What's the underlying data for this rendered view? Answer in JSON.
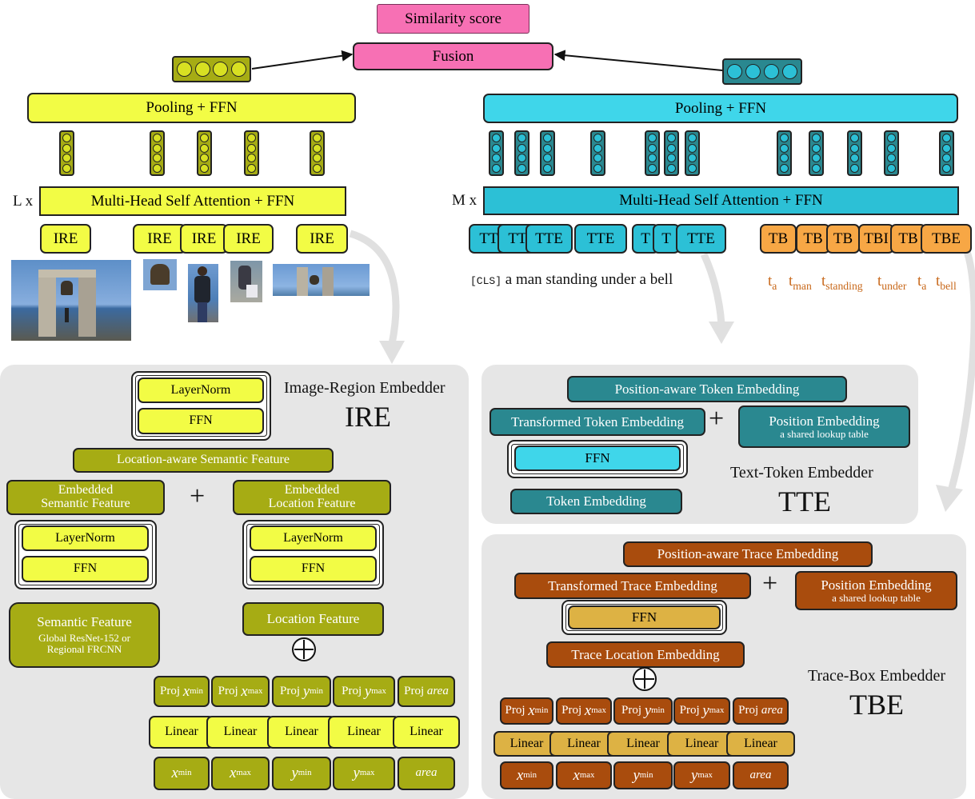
{
  "top": {
    "similarity": "Similarity score",
    "fusion": "Fusion"
  },
  "left": {
    "pooling": "Pooling + FFN",
    "repeat": "L x",
    "attention": "Multi-Head Self Attention + FFN",
    "ire_token": "IRE"
  },
  "right": {
    "pooling": "Pooling + FFN",
    "repeat": "M x",
    "attention": "Multi-Head Self Attention + FFN",
    "tte_tokens": [
      "TT",
      "TT",
      "TTE",
      "TTE",
      "T",
      "T",
      "TTE"
    ],
    "tbe_tokens": [
      "TB",
      "TB",
      "TB",
      "TBI",
      "TB",
      "TBE"
    ],
    "caption_cls": "[CLS]",
    "caption": "a man standing under a bell",
    "trace_t": "t",
    "trace_subs": [
      "a",
      "man",
      "standing",
      "under",
      "a",
      "bell"
    ]
  },
  "ire": {
    "title": "Image-Region Embedder",
    "acronym": "IRE",
    "layernorm": "LayerNorm",
    "ffn": "FFN",
    "location_aware": "Location-aware Semantic Feature",
    "embedded_semantic": [
      "Embedded",
      "Semantic Feature"
    ],
    "embedded_location": [
      "Embedded",
      "Location Feature"
    ],
    "plus": "+",
    "semantic_feature": "Semantic Feature",
    "semantic_sub": [
      "Global ResNet-152 or",
      "Regional FRCNN"
    ],
    "location_feature": "Location Feature",
    "proj": "Proj",
    "linear": "Linear",
    "coord_bases": [
      "x",
      "x",
      "y",
      "y"
    ],
    "coord_subs": [
      "min",
      "max",
      "min",
      "max"
    ],
    "area": "area"
  },
  "tte": {
    "title": "Text-Token Embedder",
    "acronym": "TTE",
    "position_aware": "Position-aware Token Embedding",
    "transformed": "Transformed Token Embedding",
    "plus": "+",
    "position_embedding": "Position Embedding",
    "lookup": "a shared lookup table",
    "ffn": "FFN",
    "token_embedding": "Token Embedding"
  },
  "tbe": {
    "title": "Trace-Box Embedder",
    "acronym": "TBE",
    "position_aware": "Position-aware Trace Embedding",
    "transformed": "Transformed Trace Embedding",
    "plus": "+",
    "position_embedding": "Position Embedding",
    "lookup": "a shared lookup table",
    "ffn": "FFN",
    "trace_location": "Trace Location Embedding",
    "proj": "Proj",
    "linear": "Linear",
    "coord_bases": [
      "x",
      "x",
      "y",
      "y"
    ],
    "coord_subs": [
      "min",
      "max",
      "min",
      "max"
    ],
    "area": "area"
  },
  "colors": {
    "pink": "#f770b4",
    "yellow": "#f2fc45",
    "olive": "#a6ac14",
    "teal": "#2a8890",
    "cyan": "#3fd6ea",
    "brown": "#a94c0d",
    "gold": "#ddb244",
    "orange": "#f7a745",
    "panel": "#e6e6e6",
    "trace_text": "#c8681a"
  }
}
